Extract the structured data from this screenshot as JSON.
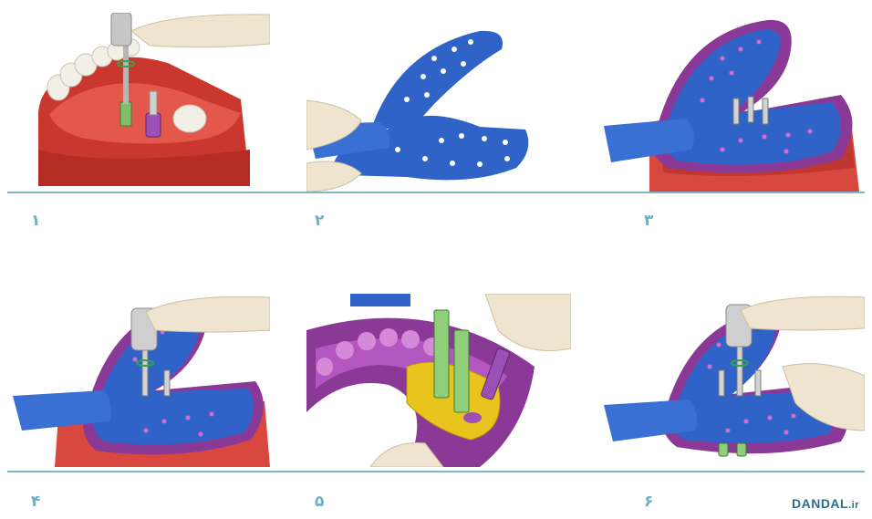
{
  "steps": [
    {
      "number": "۱"
    },
    {
      "number": "۲"
    },
    {
      "number": "۳"
    },
    {
      "number": "۴"
    },
    {
      "number": "۵"
    },
    {
      "number": "۶"
    }
  ],
  "watermark": {
    "main": "DANDAL",
    "suffix": ".ir"
  },
  "colors": {
    "gum": "#d9483f",
    "gum_light": "#f07a6a",
    "tray": "#2f63c8",
    "tray_dark": "#1e49a3",
    "impression": "#8a3a96",
    "divider": "#7fb4c9",
    "number": "#6fb0c2",
    "yellow": "#e8c51d"
  }
}
